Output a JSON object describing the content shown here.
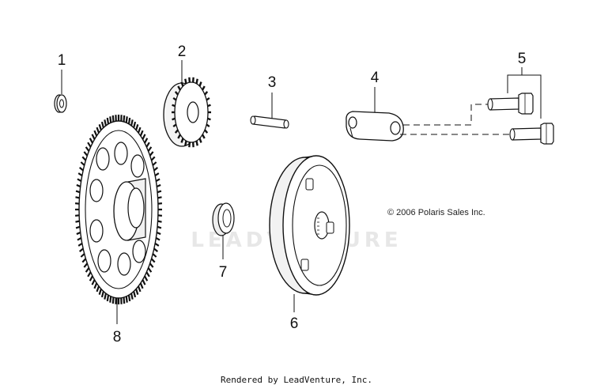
{
  "diagram": {
    "callouts": [
      "1",
      "2",
      "3",
      "4",
      "5",
      "6",
      "7",
      "8"
    ],
    "copyright": "© 2006 Polaris Sales Inc.",
    "watermark": "LEADVENTURE",
    "footer": "Rendered by LeadVenture, Inc."
  }
}
